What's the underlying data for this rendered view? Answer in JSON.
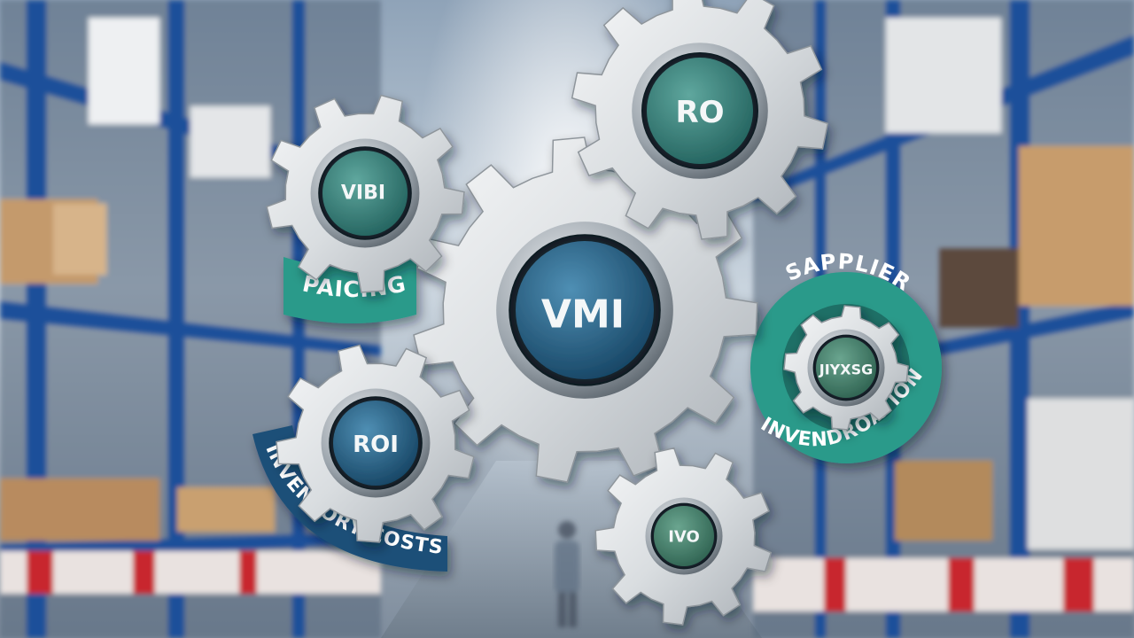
{
  "colors": {
    "shelf_blue": "#1f4f9a",
    "gear_silver": "#dfe3e6",
    "hub_teal": "#2f7f79",
    "hub_blue": "#1f5f82",
    "ribbon_teal": "#2b9a8a",
    "ribbon_navy": "#1d4f78",
    "rack_red": "#c8262e"
  },
  "gears": {
    "vmi": {
      "label": "VMI",
      "icon": "gear-icon"
    },
    "ro": {
      "label": "RO",
      "icon": "gear-icon"
    },
    "vibi": {
      "label": "VIBI",
      "icon": "gear-icon"
    },
    "roi": {
      "label": "ROI",
      "icon": "gear-icon"
    },
    "jiyxsg": {
      "label": "JIYXSG",
      "icon": "gear-icon"
    },
    "ivo": {
      "label": "IVO",
      "icon": "gear-icon"
    }
  },
  "ribbons": {
    "pricing": "PAICING",
    "inventory_costs": "INVENTORY COSTS",
    "supplier": "SAPPLIER",
    "inventory_right": "INVENDROATION"
  }
}
